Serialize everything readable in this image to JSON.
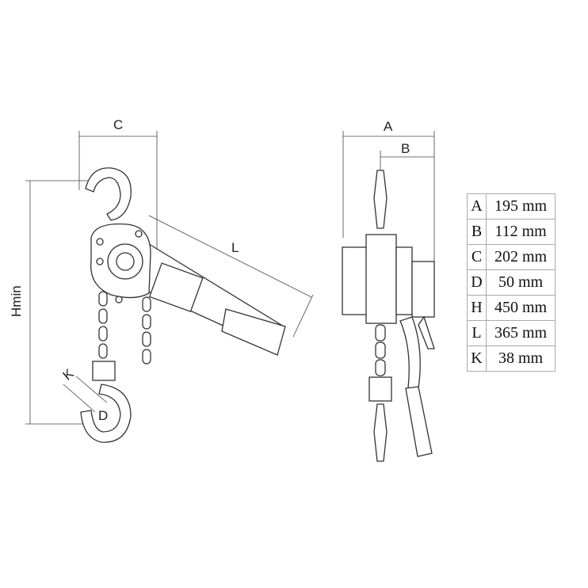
{
  "labels": {
    "C": "C",
    "L": "L",
    "Hmin": "Hmin",
    "K": "K",
    "D": "D",
    "A": "A",
    "B": "B"
  },
  "spec_table": [
    {
      "key": "A",
      "value": "195 mm"
    },
    {
      "key": "B",
      "value": "112 mm"
    },
    {
      "key": "C",
      "value": "202 mm"
    },
    {
      "key": "D",
      "value": "50 mm"
    },
    {
      "key": "H",
      "value": "450 mm"
    },
    {
      "key": "L",
      "value": "365 mm"
    },
    {
      "key": "K",
      "value": "38 mm"
    }
  ]
}
